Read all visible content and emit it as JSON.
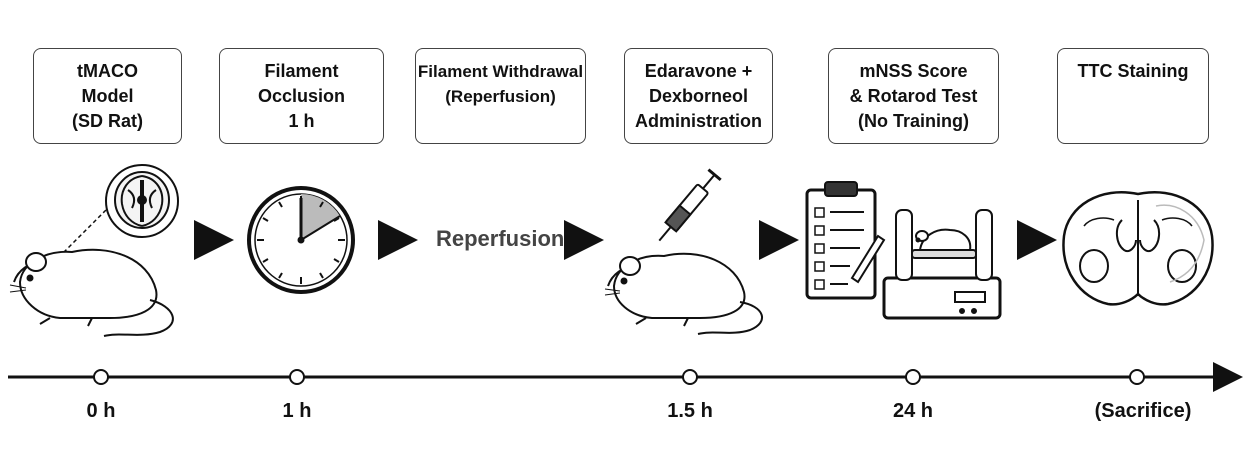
{
  "steps": [
    {
      "label": "tMACO\nModel\n(SD Rat)"
    },
    {
      "label": "Filament Occlusion\n1 h"
    },
    {
      "label": "Filament Withdrawal\n(Reperfusion)"
    },
    {
      "label": "Edaravone +\nDexborneol\nAdministration"
    },
    {
      "label": "mNSS Score\n& Rotarod Test\n(No Training)"
    },
    {
      "label": "TTC Staining"
    }
  ],
  "reperfusion_text": "Reperfusion",
  "timeline": {
    "ticks": [
      "0 h",
      "1 h",
      "1.5 h",
      "24 h",
      "(Sacrifice)"
    ]
  },
  "icons": [
    "rat-with-brain-icon",
    "clock-icon",
    "syringe-rat-icon",
    "clipboard-icon",
    "rotarod-icon",
    "brain-section-icon"
  ]
}
